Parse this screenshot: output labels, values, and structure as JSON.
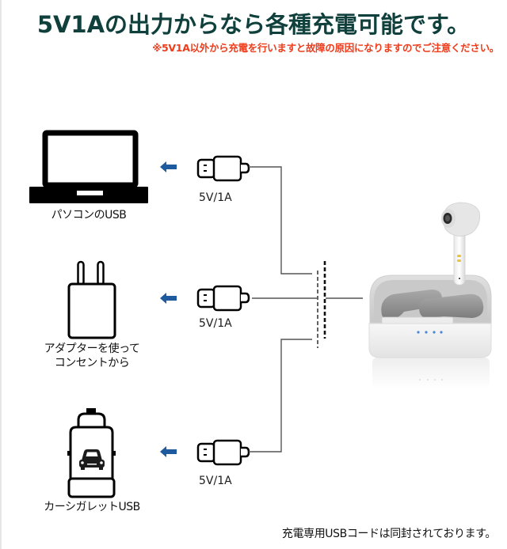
{
  "header": {
    "title": "5V1Aの出力からなら各種充電可能です。",
    "warning": "※5V1A以外から充電を行いますと故障の原因になりますのでご注意ください。"
  },
  "sources": [
    {
      "icon": "laptop-icon",
      "label_lines": [
        "パソコンのUSB"
      ],
      "cable_spec": "5V/1A"
    },
    {
      "icon": "ac-adapter-icon",
      "label_lines": [
        "アダプターを使って",
        "コンセントから"
      ],
      "cable_spec": "5V/1A"
    },
    {
      "icon": "car-charger-icon",
      "label_lines": [
        "カーシガレットUSB"
      ],
      "cable_spec": "5V/1A"
    }
  ],
  "product": {
    "icon": "wireless-earbuds-charging-case-image"
  },
  "colors": {
    "title": "#10403c",
    "warning": "#ee3d1c",
    "arrow": "#1f5a9e",
    "led": "#4a86d9"
  },
  "footer": {
    "note": "充電専用USBコードは同封されております。"
  }
}
